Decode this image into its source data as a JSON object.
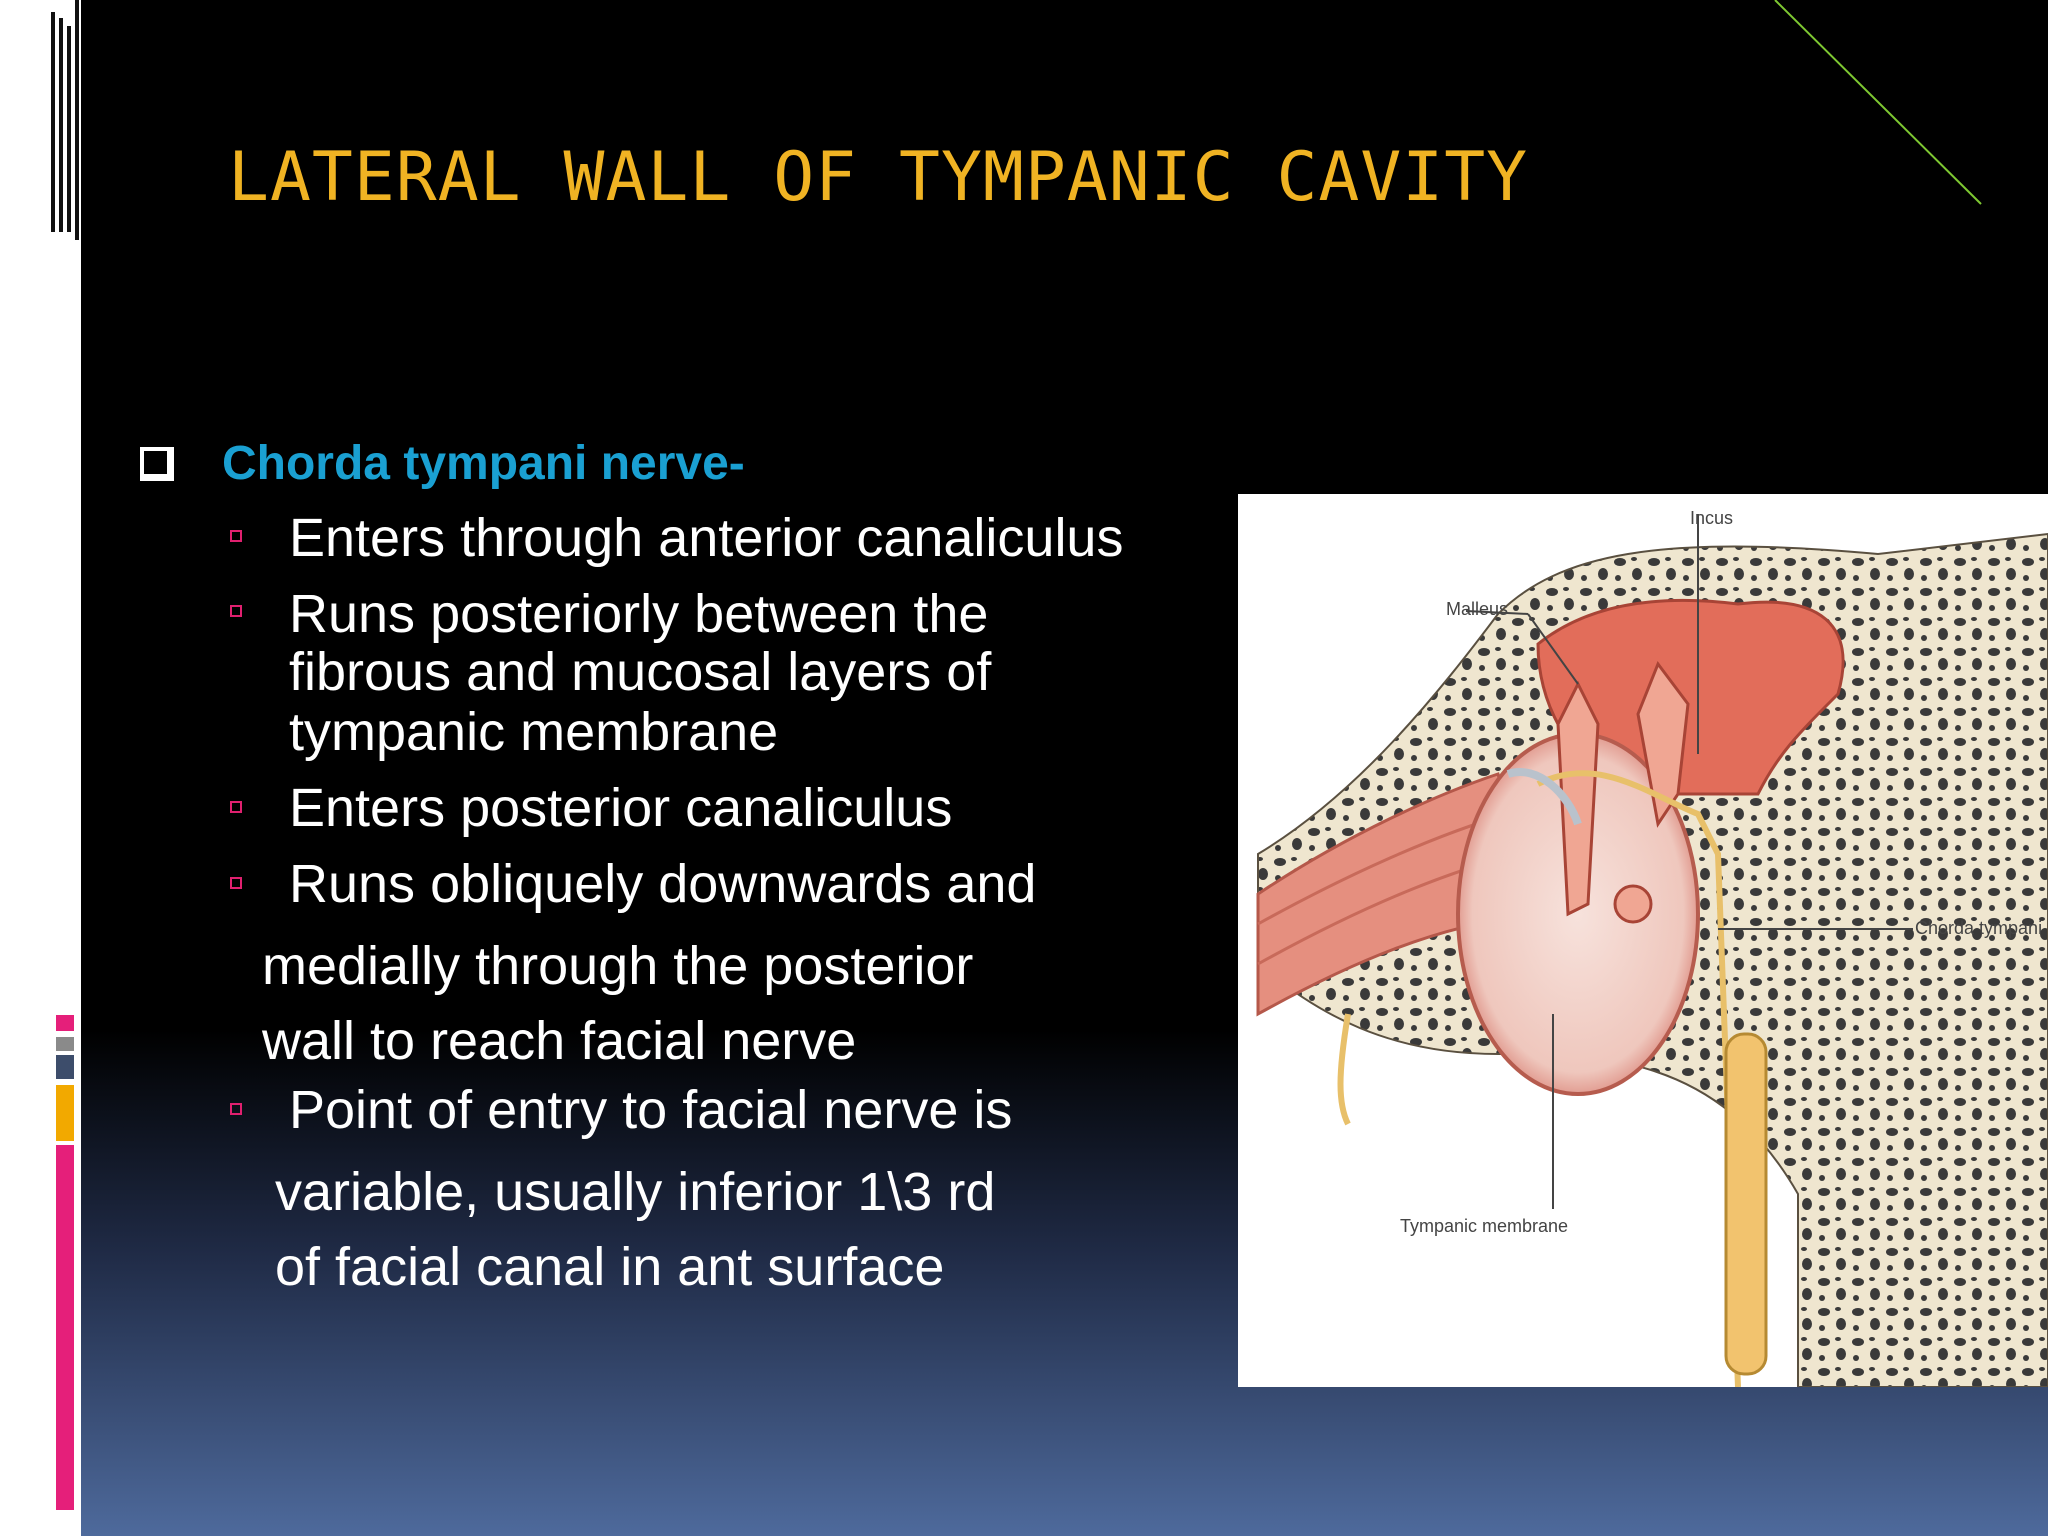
{
  "slide": {
    "title": "LATERAL WALL OF TYMPANIC CAVITY",
    "heading": "Chorda tympani nerve-",
    "bullets": [
      {
        "lines": [
          "Enters through anterior canaliculus"
        ]
      },
      {
        "lines": [
          "Runs posteriorly between the",
          "fibrous and mucosal layers of",
          "tympanic  membrane"
        ]
      },
      {
        "lines": [
          "Enters posterior canaliculus"
        ]
      },
      {
        "lines": [
          "Runs obliquely downwards and",
          "medially through the posterior",
          "wall to reach facial nerve"
        ]
      },
      {
        "lines": [
          "Point of entry to facial nerve is",
          "variable, usually inferior 1\\3 rd",
          "of facial canal in ant surface"
        ]
      }
    ]
  },
  "figure": {
    "labels": {
      "incus": "Incus",
      "malleus": "Malleus",
      "chorda": "Chorda tympani",
      "tympanic_membrane": "Tympanic membrane"
    }
  },
  "colors": {
    "title": "#f0b323",
    "heading": "#1aa0d2",
    "bullet": "#e0206f",
    "accent_line": "#7ec832"
  }
}
